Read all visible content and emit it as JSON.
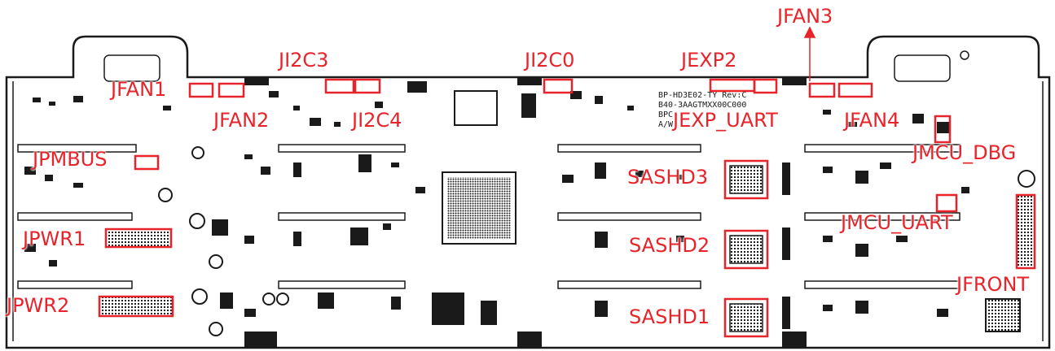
{
  "diagram": {
    "accent_color": "#e8232a",
    "board_color": "#1a1a1a",
    "silkscreen": [
      "BP-HD3E02-TY Rev:C",
      "B40-3AAGTMXX00C000",
      "BPC-",
      "A/W:"
    ],
    "callouts": [
      {
        "id": "jfan1",
        "label": "JFAN1"
      },
      {
        "id": "jfan2",
        "label": "JFAN2"
      },
      {
        "id": "ji2c3",
        "label": "JI2C3"
      },
      {
        "id": "ji2c4",
        "label": "JI2C4"
      },
      {
        "id": "ji2c0",
        "label": "JI2C0"
      },
      {
        "id": "jexp2",
        "label": "JEXP2"
      },
      {
        "id": "jexp-uart",
        "label": "JEXP_UART"
      },
      {
        "id": "jfan3",
        "label": "JFAN3"
      },
      {
        "id": "jfan4",
        "label": "JFAN4"
      },
      {
        "id": "jpmbus",
        "label": "JPMBUS"
      },
      {
        "id": "jmcu-dbg",
        "label": "JMCU_DBG"
      },
      {
        "id": "sashd3",
        "label": "SASHD3"
      },
      {
        "id": "sashd2",
        "label": "SASHD2"
      },
      {
        "id": "sashd1",
        "label": "SASHD1"
      },
      {
        "id": "jmcu-uart",
        "label": "JMCU_UART"
      },
      {
        "id": "jpwr1",
        "label": "JPWR1"
      },
      {
        "id": "jpwr2",
        "label": "JPWR2"
      },
      {
        "id": "jfront",
        "label": "JFRONT"
      }
    ]
  }
}
